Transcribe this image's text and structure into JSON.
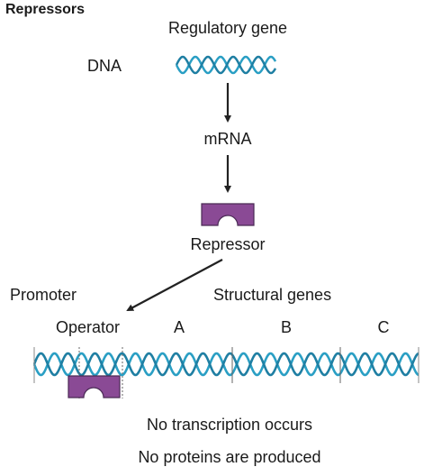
{
  "title": "Repressors",
  "labels": {
    "regulatory_gene": "Regulatory gene",
    "dna": "DNA",
    "mrna": "mRNA",
    "repressor": "Repressor",
    "promoter": "Promoter",
    "structural_genes": "Structural genes",
    "operator": "Operator",
    "gene_a": "A",
    "gene_b": "B",
    "gene_c": "C",
    "outcome_1": "No transcription occurs",
    "outcome_2": "No proteins are produced"
  },
  "colors": {
    "dna_strand": "#2a9fc4",
    "dna_strand_dark": "#1f7fa3",
    "repressor_fill": "#8a4a95",
    "repressor_stroke": "#4a2a55",
    "arrow": "#222222",
    "divider": "#666666"
  }
}
